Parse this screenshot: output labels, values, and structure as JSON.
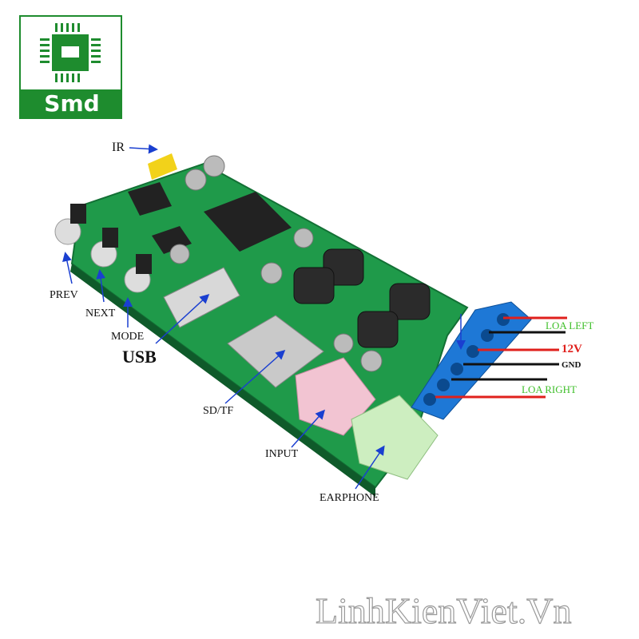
{
  "logo": {
    "text": "Smd",
    "color": "#1e8c2e"
  },
  "labels": {
    "ir": "IR",
    "prev": "PREV",
    "next": "NEXT",
    "mode": "MODE",
    "usb": "USB",
    "sd": "SD/TF",
    "input": "INPUT",
    "earphone": "EARPHONE",
    "loa_left": "LOA LEFT",
    "v12": "12V",
    "gnd": "GND",
    "loa_right": "LOA RIGHT"
  },
  "watermark": "LinhKienViet.Vn",
  "colors": {
    "board": "#1f9a4a",
    "terminal": "#1e78d6",
    "arrow": "#1a3fd0",
    "wire_red": "#e0201c",
    "wire_black": "#111111",
    "label_green": "#3fbf2a"
  }
}
